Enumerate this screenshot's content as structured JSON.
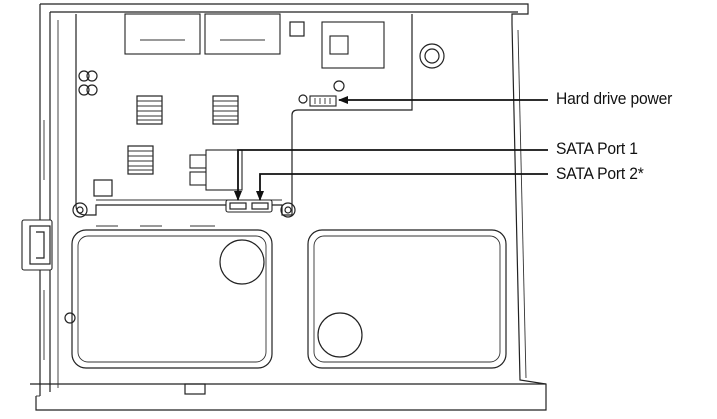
{
  "labels": {
    "hard_drive_power": "Hard drive power",
    "sata_port_1": "SATA Port 1",
    "sata_port_2": "SATA Port 2*"
  },
  "colors": {
    "line": "#222222",
    "background": "#ffffff"
  }
}
